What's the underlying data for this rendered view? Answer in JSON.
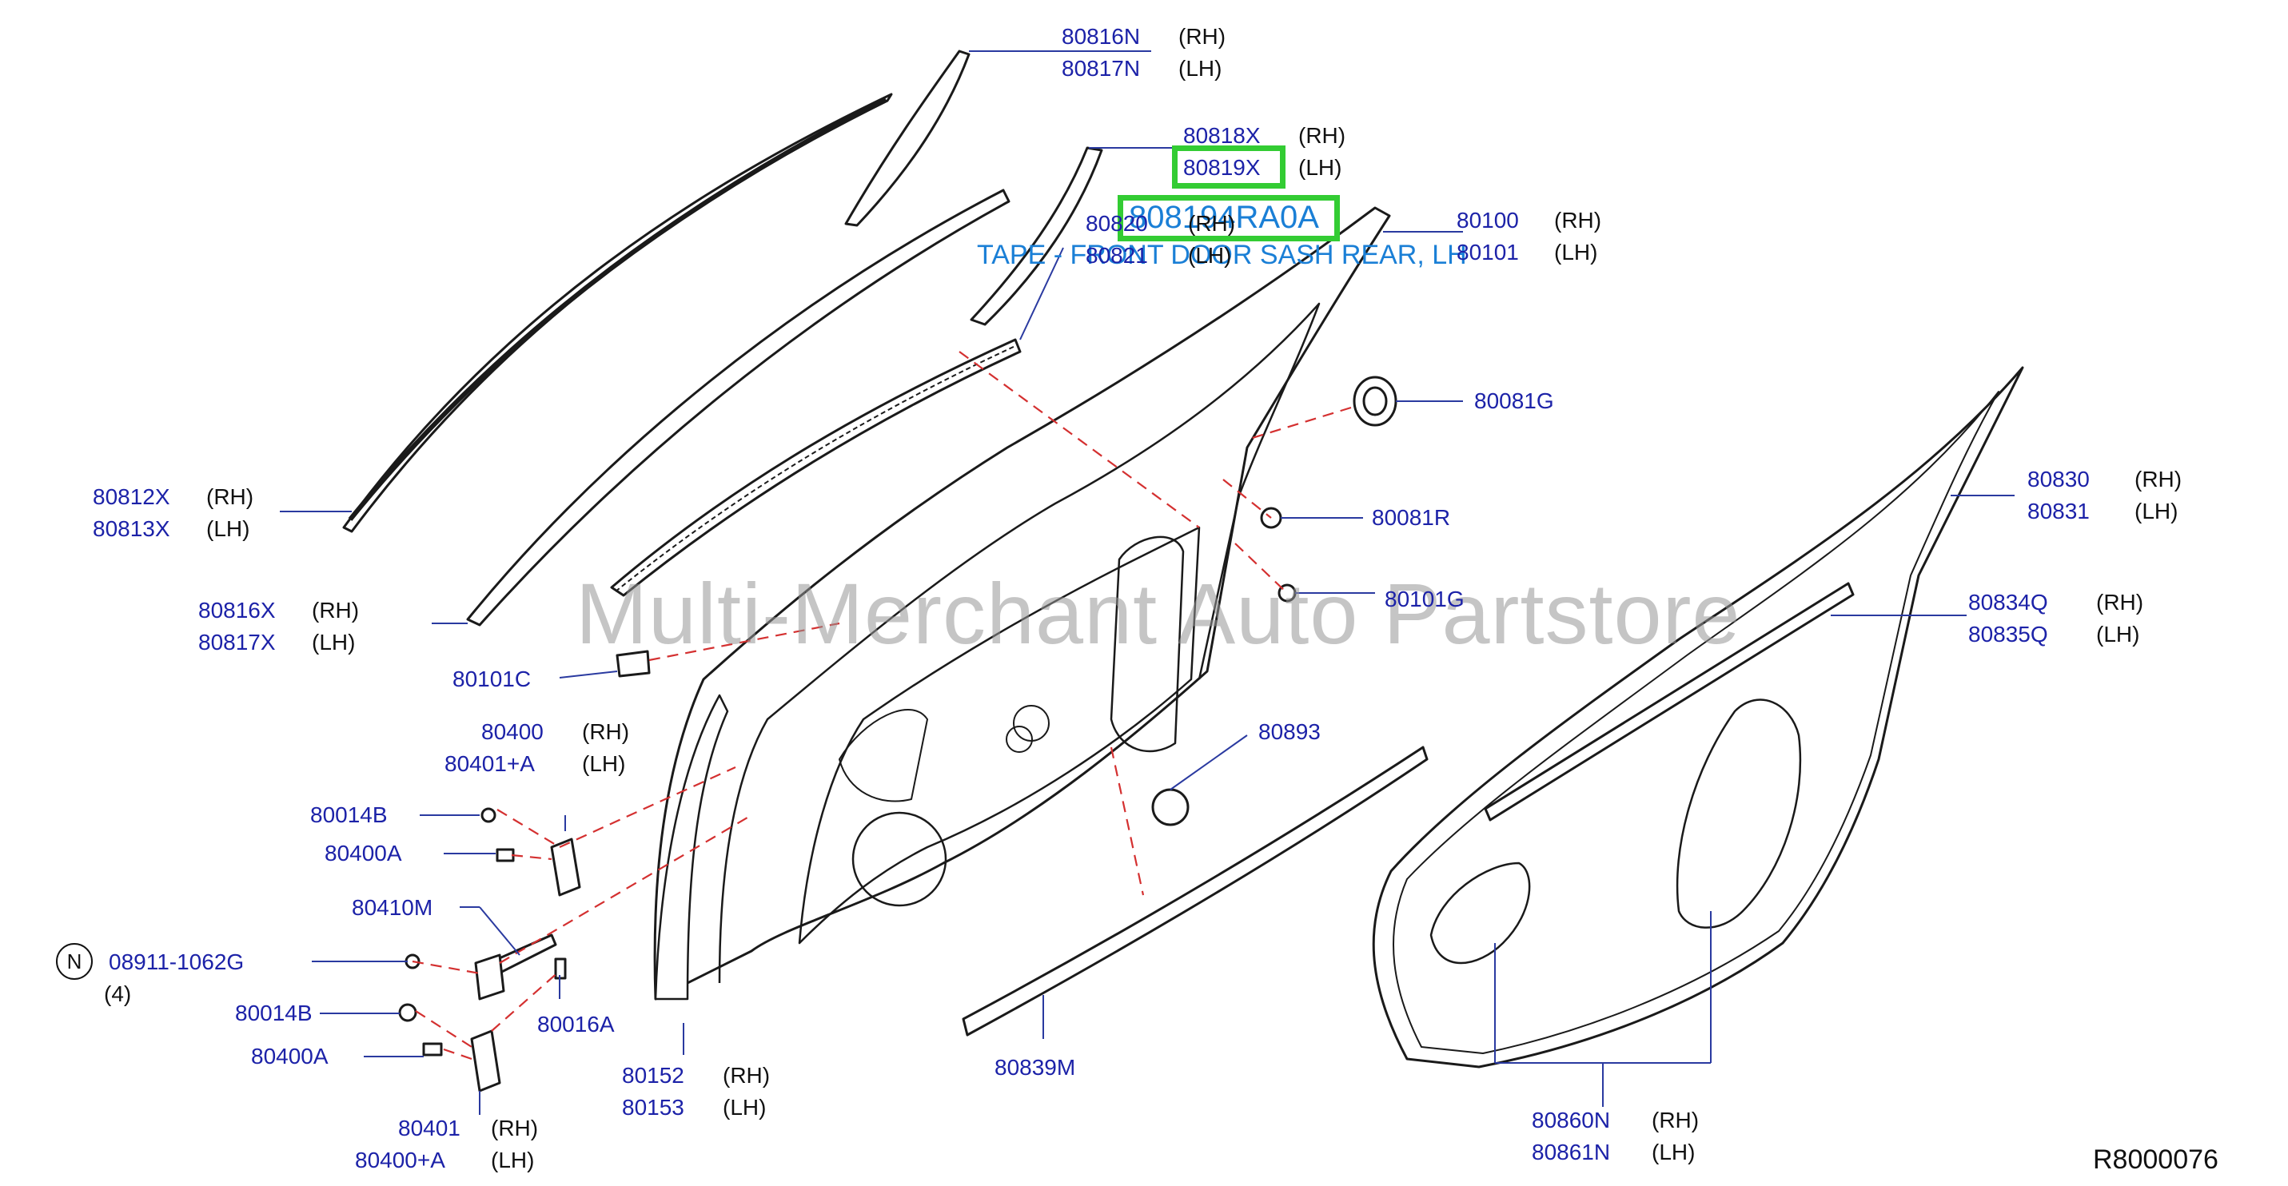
{
  "watermark": "Multi-Merchant Auto Partstore",
  "reference_code": "R8000076",
  "highlight": {
    "part_number": "808194RA0A",
    "description": "TAPE - FRONT DOOR SASH REAR, LH",
    "boxed_label": "80819X"
  },
  "side_labels": {
    "rh": "(RH)",
    "lh": "(LH)"
  },
  "callouts": {
    "c80816N": "80816N",
    "c80817N": "80817N",
    "c80818X": "80818X",
    "c80819X": "80819X",
    "c80820": "80820",
    "c80821": "80821",
    "c80100": "80100",
    "c80101": "80101",
    "c80081G": "80081G",
    "c80812X": "80812X",
    "c80813X": "80813X",
    "c80830": "80830",
    "c80831": "80831",
    "c80081R": "80081R",
    "c80816X": "80816X",
    "c80817X": "80817X",
    "c80101G": "80101G",
    "c80834Q": "80834Q",
    "c80835Q": "80835Q",
    "c80101C": "80101C",
    "c80400": "80400",
    "c80401A_top": "80401+A",
    "c80893": "80893",
    "c80014B_1": "80014B",
    "c80400A_1": "80400A",
    "c80410M": "80410M",
    "n_mark": "N",
    "c08911": "08911-1062G",
    "qty": "(4)",
    "c80014B_2": "80014B",
    "c80016A": "80016A",
    "c80400A_2": "80400A",
    "c80152": "80152",
    "c80153": "80153",
    "c80839M": "80839M",
    "c80401": "80401",
    "c80400A_bottom": "80400+A",
    "c80860N": "80860N",
    "c80861N": "80861N"
  }
}
